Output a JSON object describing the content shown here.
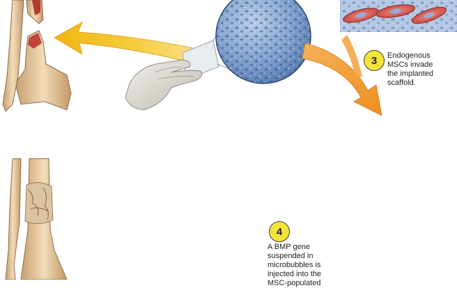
{
  "steps": [
    {
      "number": "3",
      "lines": [
        "Endogenous",
        "MSCs invade",
        "the implanted",
        "scaffold."
      ]
    },
    {
      "number": "4",
      "lines": [
        "A BMP gene",
        "suspended in",
        "microbubbles is",
        "injected into the",
        "MSC-populated"
      ]
    }
  ],
  "colors": {
    "arrow_yellow": "#f3c21c",
    "arrow_orange": "#f39a2c",
    "scaffold_blue": "#6f93c4",
    "cell_red": "#d5524a",
    "bone": "#e8cba0",
    "step_badge": "#f4e43a"
  }
}
